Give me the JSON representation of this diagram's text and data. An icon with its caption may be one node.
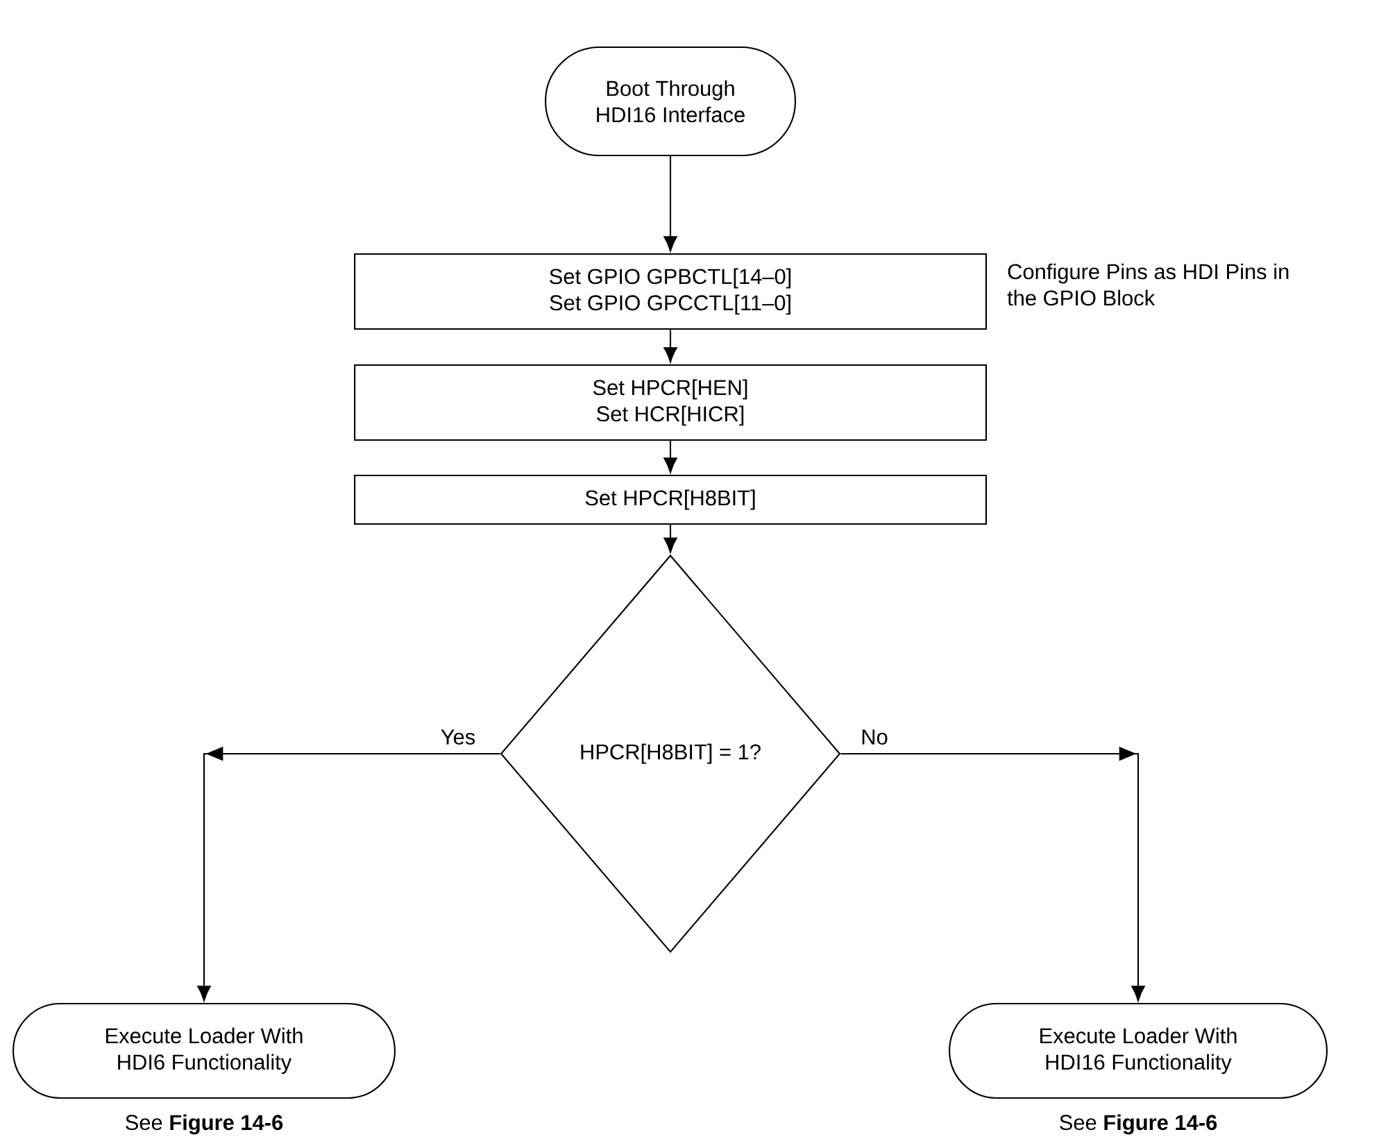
{
  "diagram": {
    "nodes": [
      {
        "text": [
          "Boot Through HDI16 Interface"
        ]
      },
      {
        "text": [
          "Set GPIO GPBCTL[14–0] Set GPIO GPCCTL[11–0]"
        ],
        "beside": [
          "Configure Pins as HDI Pins in the GPIO Block"
        ]
      },
      {
        "text": [
          "Set HPCR[HEN] Set HCR[HICR]"
        ]
      },
      {
        "text": [
          "Set HPCR[H8BIT]"
        ]
      },
      {
        "text": [
          "HPCR[H8BIT] = 1?"
        ]
      },
      {
        "text": [
          "Execute Loader With HDI6 Functionality"
        ],
        "beside": [
          "See **Figure 14-6**"
        ]
      },
      {
        "text": [
          "Execute Loader With HDI16 Functionality"
        ],
        "beside": [
          "See **Figure 14-6**"
        ]
      }
    ],
    "edges": [
      {
        "from": 0,
        "to": 1,
        "arrow": "to"
      },
      {
        "from": 1,
        "to": 2,
        "arrow": "to"
      },
      {
        "from": 2,
        "to": 3,
        "arrow": "to"
      },
      {
        "from": 3,
        "to": 4,
        "arrow": "to"
      },
      {
        "from": 4,
        "to": 5,
        "arrow": "to",
        "label": "Yes"
      },
      {
        "from": 4,
        "to": 6,
        "arrow": "to",
        "label": "No"
      }
    ]
  }
}
